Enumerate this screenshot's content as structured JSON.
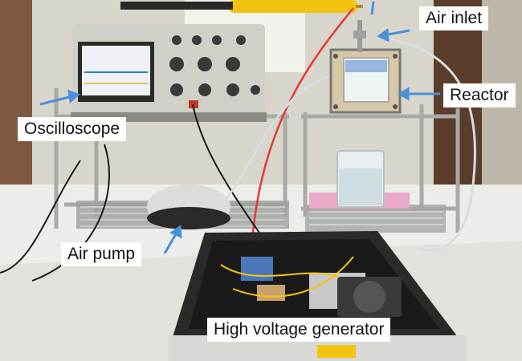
{
  "labels": {
    "air_inlet": "Air inlet",
    "reactor": "Reactor",
    "oscilloscope": "Oscilloscope",
    "air_pump": "Air pump",
    "high_voltage_generator": "High voltage generator"
  },
  "colors": {
    "arrow": "#4a90d9",
    "hv_probe": "#f2c40f",
    "red_wire": "#e53935",
    "oscilloscope_body": "#cfd0c8",
    "oscilloscope_screen": "#eef2f6",
    "generator_case": "#2a2a2a",
    "wall": "#d8d6cc"
  }
}
